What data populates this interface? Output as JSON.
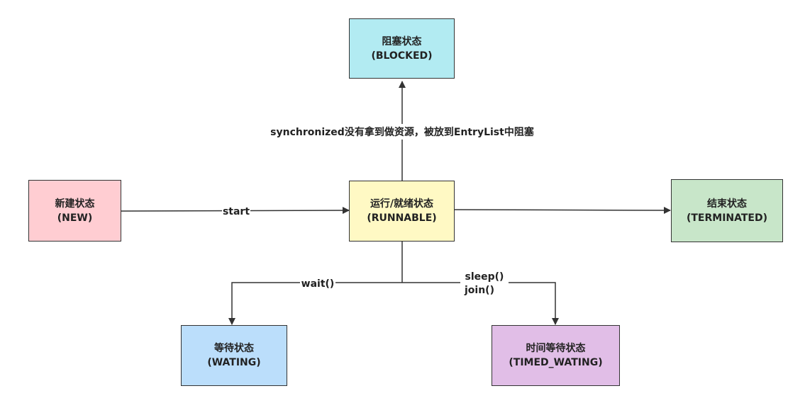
{
  "nodes": {
    "blocked": {
      "line1": "阻塞状态",
      "line2": "(BLOCKED)",
      "color": "#b2ebf2"
    },
    "new": {
      "line1": "新建状态",
      "line2": "(NEW)",
      "color": "#ffcdd2"
    },
    "runnable": {
      "line1": "运行/就绪状态",
      "line2": "(RUNNABLE)",
      "color": "#fff9c4"
    },
    "terminated": {
      "line1": "结束状态",
      "line2": "(TERMINATED)",
      "color": "#c8e6c9"
    },
    "waiting": {
      "line1": "等待状态",
      "line2": "(WATING)",
      "color": "#bbdefb"
    },
    "timed": {
      "line1": "时间等待状态",
      "line2": "(TIMED_WATING)",
      "color": "#e1bee7"
    }
  },
  "edges": {
    "start": "start",
    "blocked": "synchronized没有拿到做资源，被放到EntryList中阻塞",
    "wait": "wait()",
    "sleep": "sleep()",
    "join": "join()"
  }
}
